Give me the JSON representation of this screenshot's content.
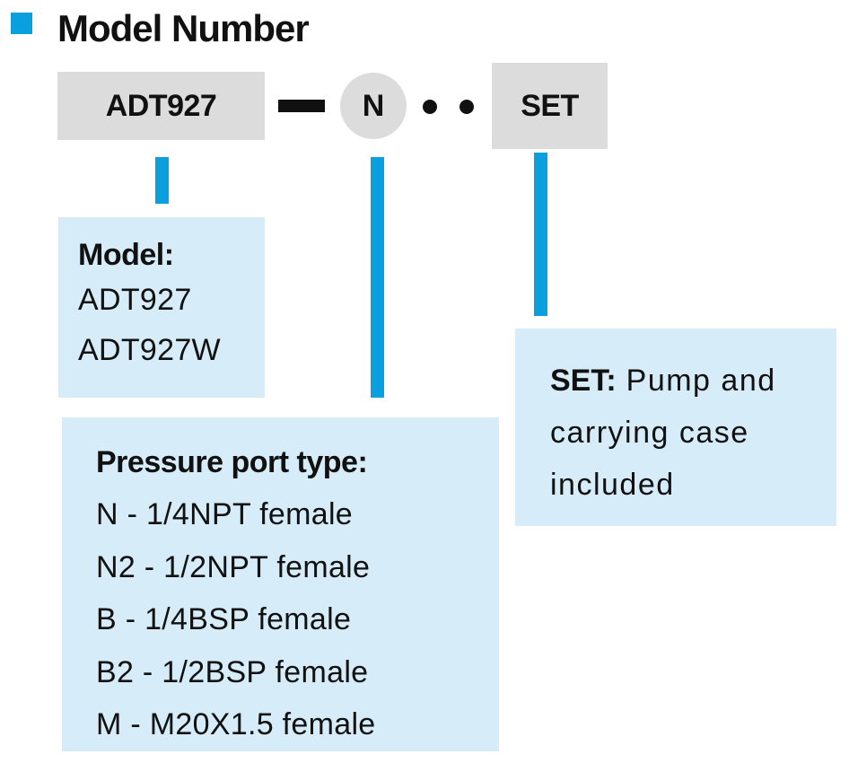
{
  "colors": {
    "accent": "#0aa0e0",
    "code_box": "#dcdcdc",
    "desc_box": "#d6edf9"
  },
  "heading": {
    "title": "Model Number"
  },
  "code": {
    "model": "ADT927",
    "port": "N",
    "set": "SET"
  },
  "model_desc": {
    "heading": "Model:",
    "options": [
      "ADT927",
      "ADT927W"
    ]
  },
  "port_desc": {
    "heading": "Pressure port type:",
    "options": [
      "N - 1/4NPT female",
      "N2 - 1/2NPT female",
      "B - 1/4BSP female",
      "B2 - 1/2BSP female",
      "M - M20X1.5 female"
    ]
  },
  "set_desc": {
    "label": "SET:",
    "text": "Pump and carrying case included"
  }
}
